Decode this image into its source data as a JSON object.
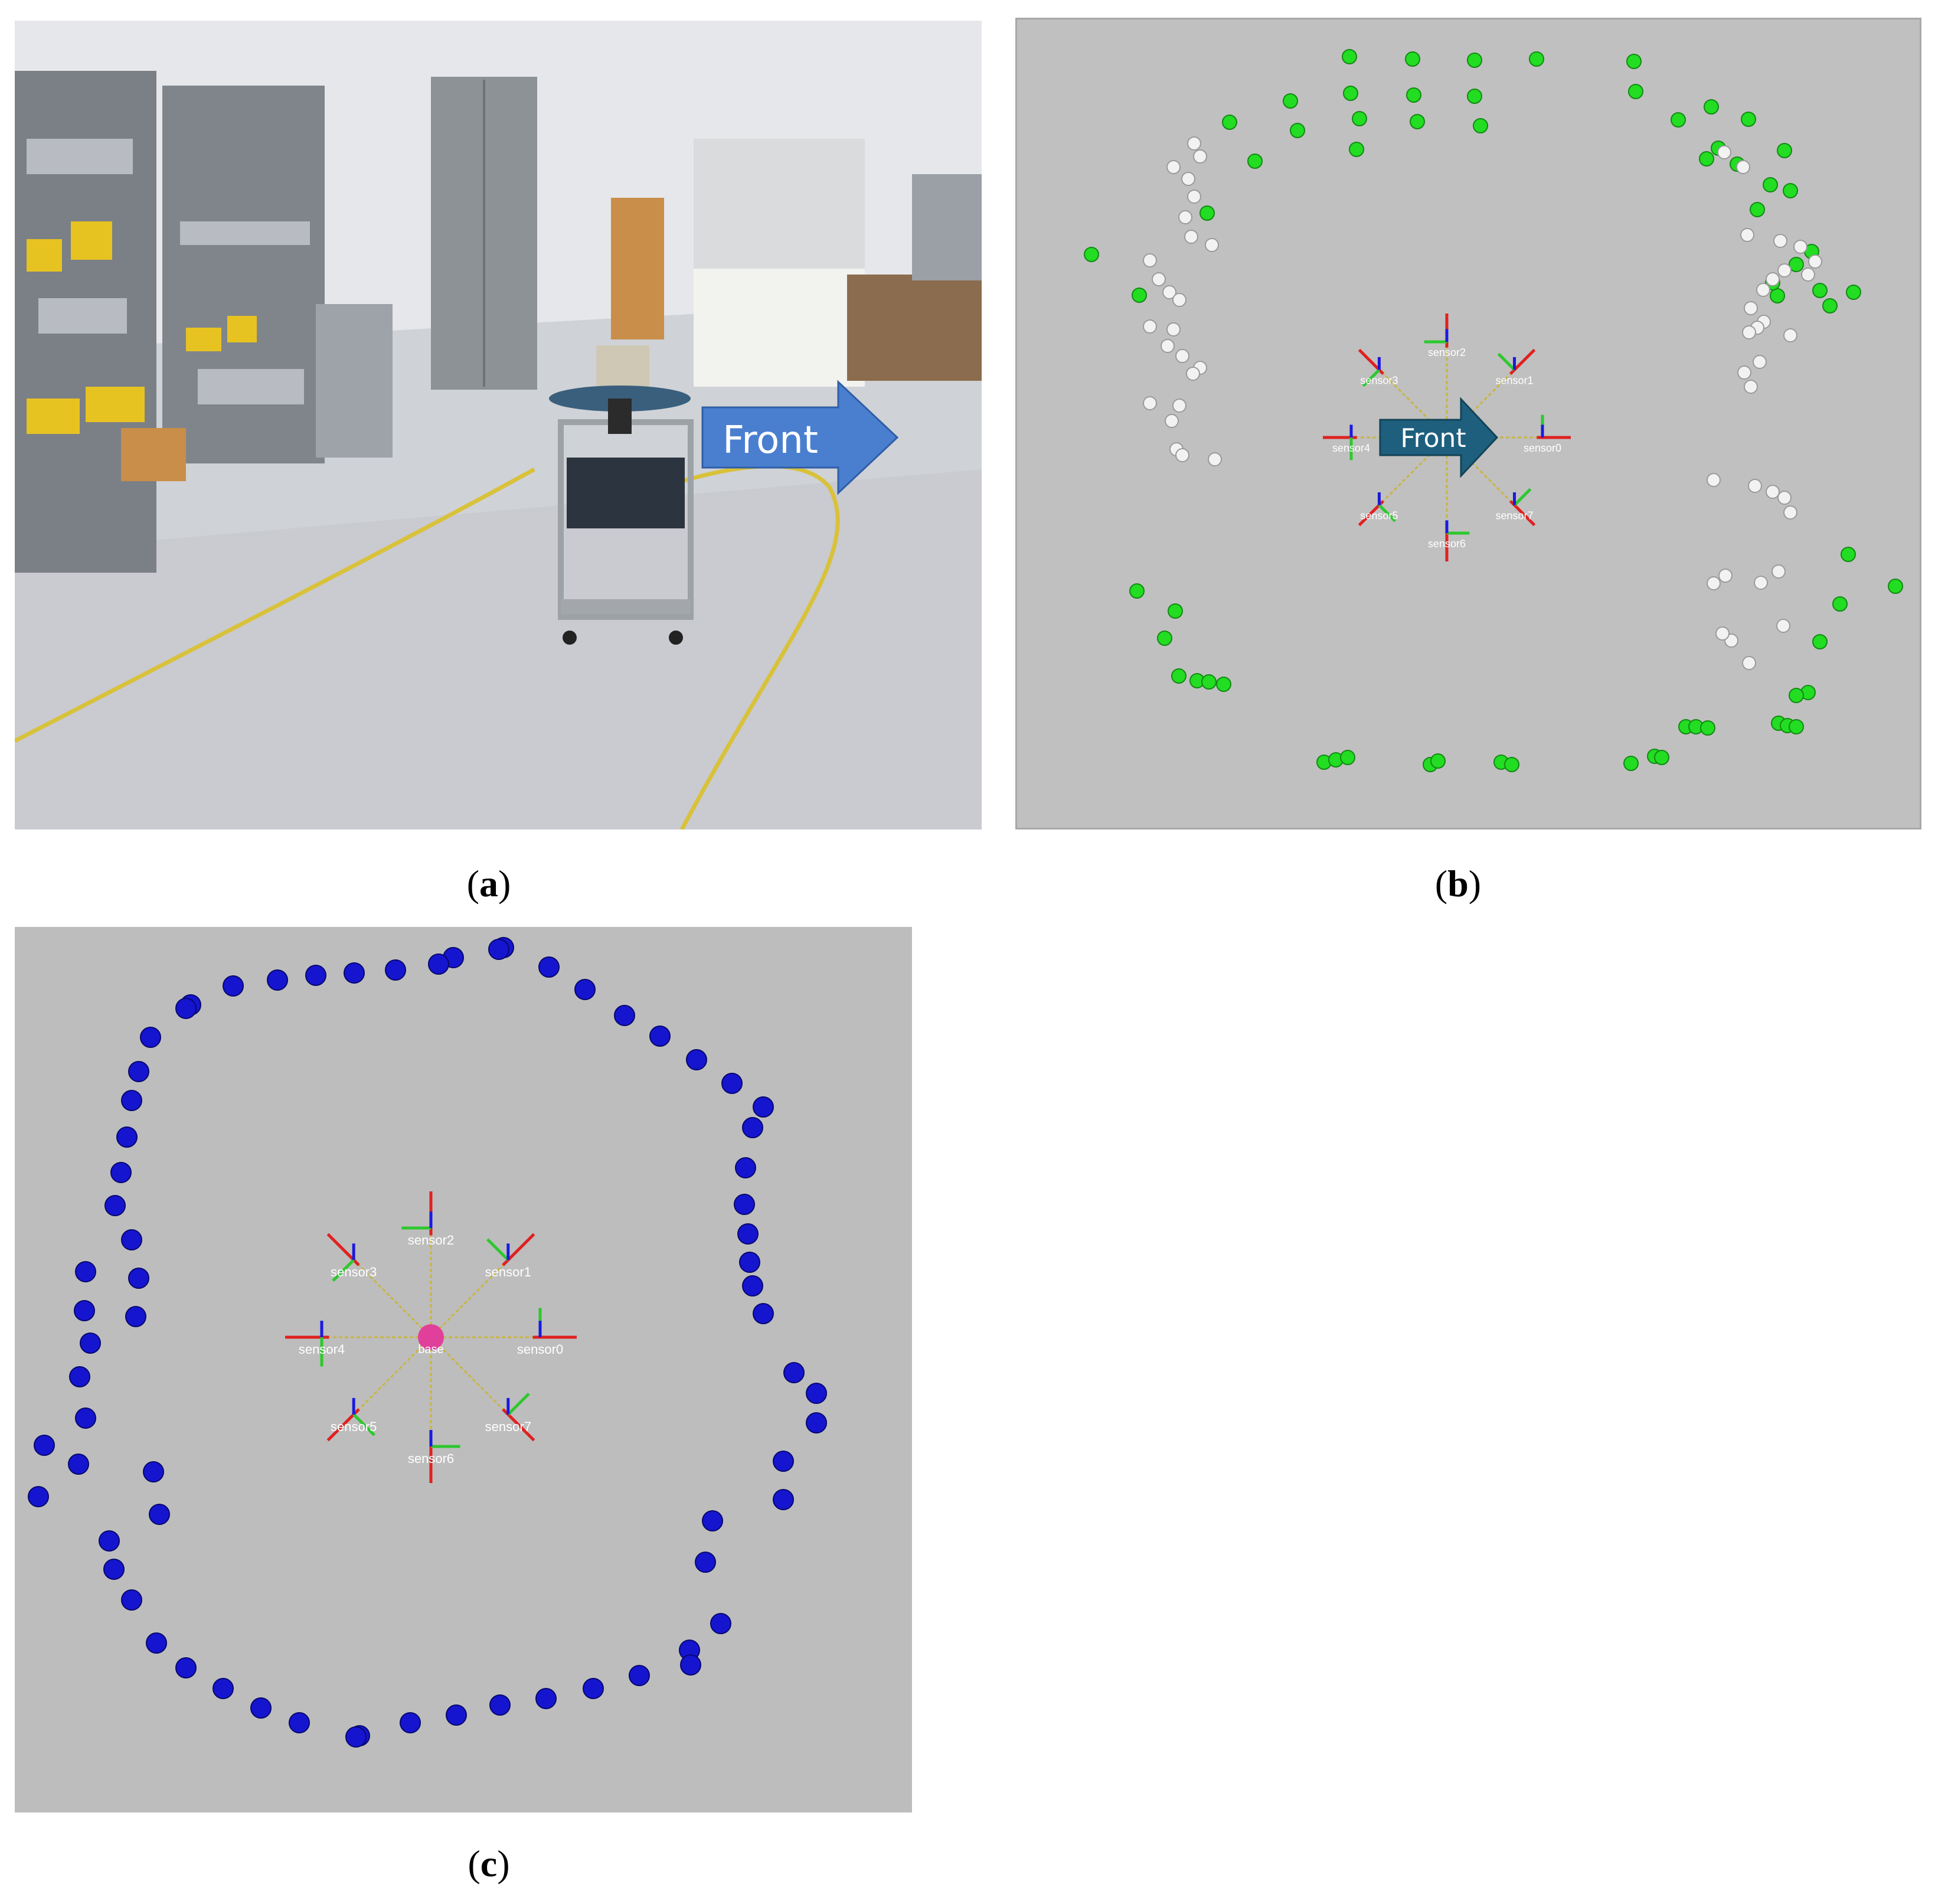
{
  "captions": {
    "a": "a",
    "b": "b",
    "c": "c"
  },
  "panel_a": {
    "arrow_text": "Front"
  },
  "panel_b": {
    "arrow_text": "Front",
    "sensors": [
      "sensor0",
      "sensor1",
      "sensor2",
      "sensor3",
      "sensor4",
      "sensor5",
      "sensor6",
      "sensor7"
    ],
    "colors": {
      "background": "#c0c0c0",
      "green": "#22dd22",
      "white": "#f2f2f2",
      "arrow": "#1f5f7a"
    }
  },
  "panel_c": {
    "sensors": [
      "sensor0",
      "sensor1",
      "sensor2",
      "sensor3",
      "sensor4",
      "sensor5",
      "sensor6",
      "sensor7"
    ],
    "center_label": "base",
    "colors": {
      "background": "#bdbdbd",
      "blue": "#1515d0",
      "pink": "#e0409a"
    }
  }
}
